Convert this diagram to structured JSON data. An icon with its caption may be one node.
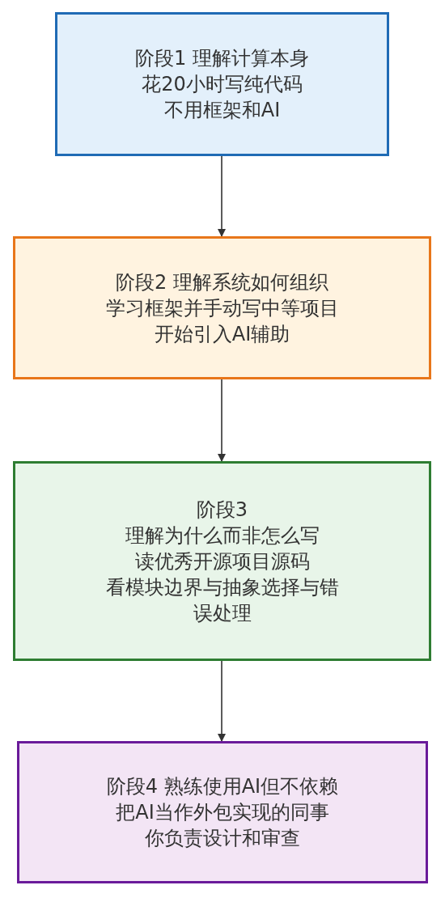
{
  "diagram": {
    "nodes": [
      {
        "text": [
          "阶段1 理解计算本身",
          "花20小时写纯代码",
          "不用框架和AI"
        ]
      },
      {
        "text": [
          "阶段2 理解系统如何组织",
          "学习框架并手动写中等项目",
          "开始引入AI辅助"
        ]
      },
      {
        "text": [
          "阶段3",
          "理解为什么而非怎么写",
          "读优秀开源项目源码",
          "看模块边界与抽象选择与错误处理"
        ]
      },
      {
        "text": [
          "阶段4 熟练使用AI但不依赖",
          "把AI当作外包实现的同事",
          "你负责设计和审查"
        ]
      }
    ],
    "edges": [
      {
        "from": 0,
        "to": 1,
        "arrow": "to"
      },
      {
        "from": 1,
        "to": 2,
        "arrow": "to"
      },
      {
        "from": 2,
        "to": 3,
        "arrow": "to"
      }
    ]
  }
}
